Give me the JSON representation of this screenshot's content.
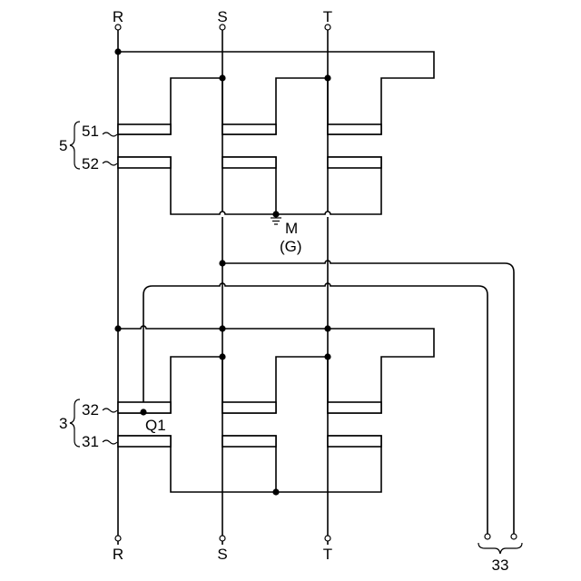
{
  "terminals": {
    "top": [
      "R",
      "S",
      "T"
    ],
    "bottom": [
      "R",
      "S",
      "T"
    ]
  },
  "labels": {
    "unit5": "5",
    "board51": "51",
    "board52": "52",
    "unit3": "3",
    "board32": "32",
    "board31": "31",
    "ground_m": "M",
    "ground_g": "(G)",
    "switch_q1": "Q1",
    "output33": "33"
  }
}
